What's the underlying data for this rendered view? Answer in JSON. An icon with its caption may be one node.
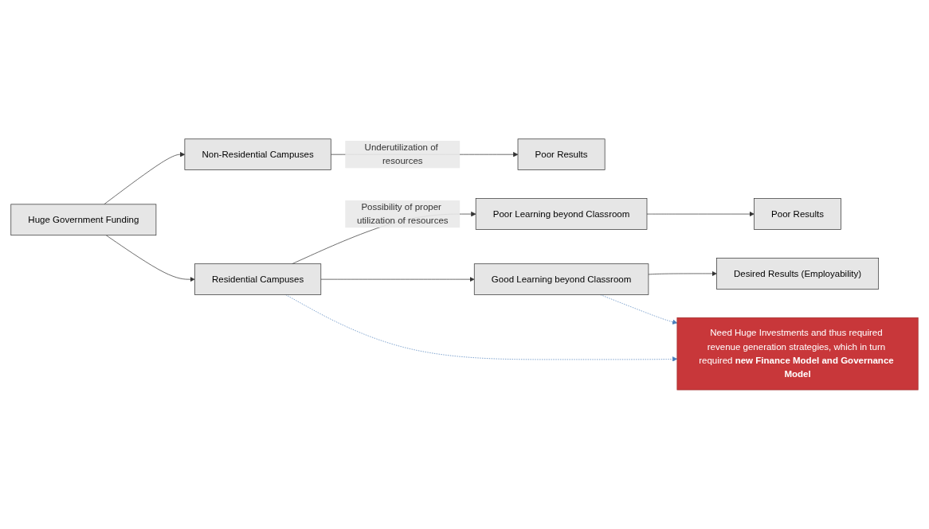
{
  "diagram": {
    "nodes": [
      {
        "text": [
          "Huge Government Funding"
        ]
      },
      {
        "text": [
          "Non-Residential Campuses"
        ]
      },
      {
        "text": [
          "Poor Results"
        ]
      },
      {
        "text": [
          "Residential Campuses"
        ]
      },
      {
        "text": [
          "Poor Learning beyond Classroom"
        ]
      },
      {
        "text": [
          "Poor Results"
        ]
      },
      {
        "text": [
          "Good Learning beyond Classroom"
        ]
      },
      {
        "text": [
          "Desired Results (Employability)"
        ]
      },
      {
        "text": [
          "Need Huge Investments and thus required revenue generation strategies, which in turn required **new Finance Model and Governance Model**"
        ]
      }
    ],
    "edges": [
      {
        "from": 0,
        "to": 1,
        "arrow": "to"
      },
      {
        "from": 0,
        "to": 3,
        "arrow": "to"
      },
      {
        "from": 1,
        "to": 2,
        "arrow": "to",
        "label": "Underutilization of resources"
      },
      {
        "from": 3,
        "to": 4,
        "arrow": "to",
        "label": "Possibility of proper utilization of resources"
      },
      {
        "from": 3,
        "to": 6,
        "arrow": "to"
      },
      {
        "from": 4,
        "to": 5,
        "arrow": "to"
      },
      {
        "from": 6,
        "to": 7,
        "arrow": "to"
      },
      {
        "from": 3,
        "to": 8,
        "arrow": "to",
        "style": "dashed",
        "color": "#4a7ebb"
      },
      {
        "from": 6,
        "to": 8,
        "arrow": "to",
        "style": "dashed",
        "color": "#4a7ebb"
      }
    ]
  }
}
